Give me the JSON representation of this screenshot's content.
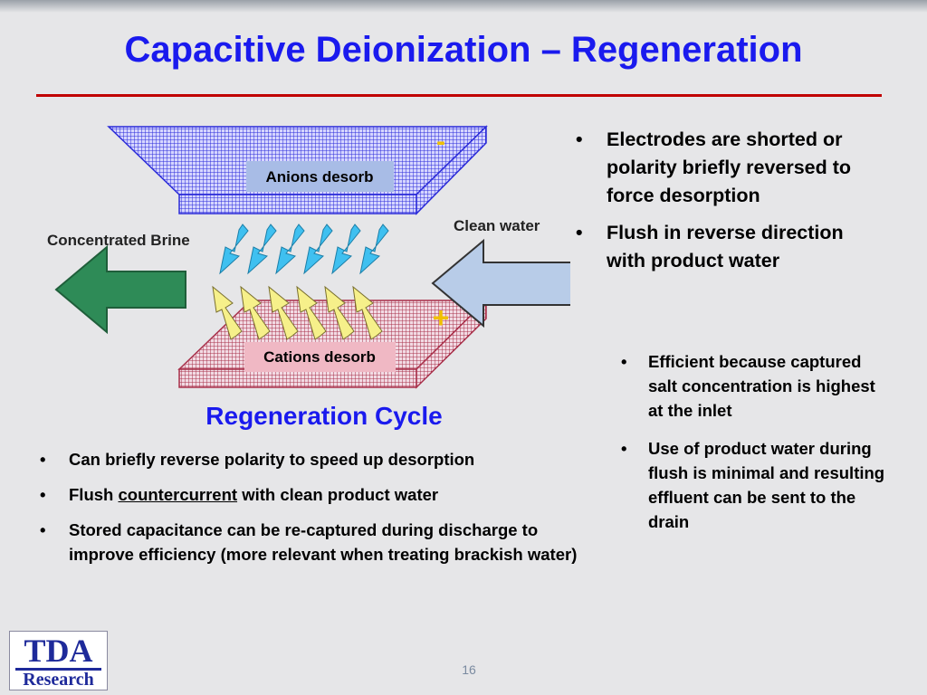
{
  "slide": {
    "title": "Capacitive Deionization – Regeneration",
    "page_number": "16"
  },
  "diagram": {
    "top_electrode_sign": "-",
    "bottom_electrode_sign": "+",
    "top_label": "Anions desorb",
    "bottom_label": "Cations desorb",
    "left_flow_label": "Concentrated Brine",
    "right_flow_label": "Clean water",
    "caption": "Regeneration Cycle",
    "colors": {
      "top_plate": "#2b2bd8",
      "bottom_plate": "#a8304a",
      "anion_arrows": "#3fc0f0",
      "cation_arrows": "#f6f08a",
      "brine_arrow": "#2e8b57",
      "clean_arrow": "#b8cce8",
      "sign_color": "#f0c000",
      "caption_color": "#1a1aee"
    }
  },
  "right_bullets": [
    "Electrodes are shorted or polarity briefly reversed to force desorption",
    "Flush in reverse direction with product water"
  ],
  "sub_bullets": [
    "Efficient because captured salt concentration is highest at the inlet",
    "Use of product water during flush is minimal and resulting effluent can be sent to the drain"
  ],
  "bottom_bullets": {
    "b1": "Can briefly reverse polarity to speed up desorption",
    "b2_pre": "Flush ",
    "b2_underlined": "countercurrent",
    "b2_post": " with clean product water",
    "b3": "Stored capacitance can be re-captured during discharge to improve efficiency (more relevant when treating brackish water)"
  },
  "logo": {
    "line1": "TDA",
    "line2": "Research"
  }
}
